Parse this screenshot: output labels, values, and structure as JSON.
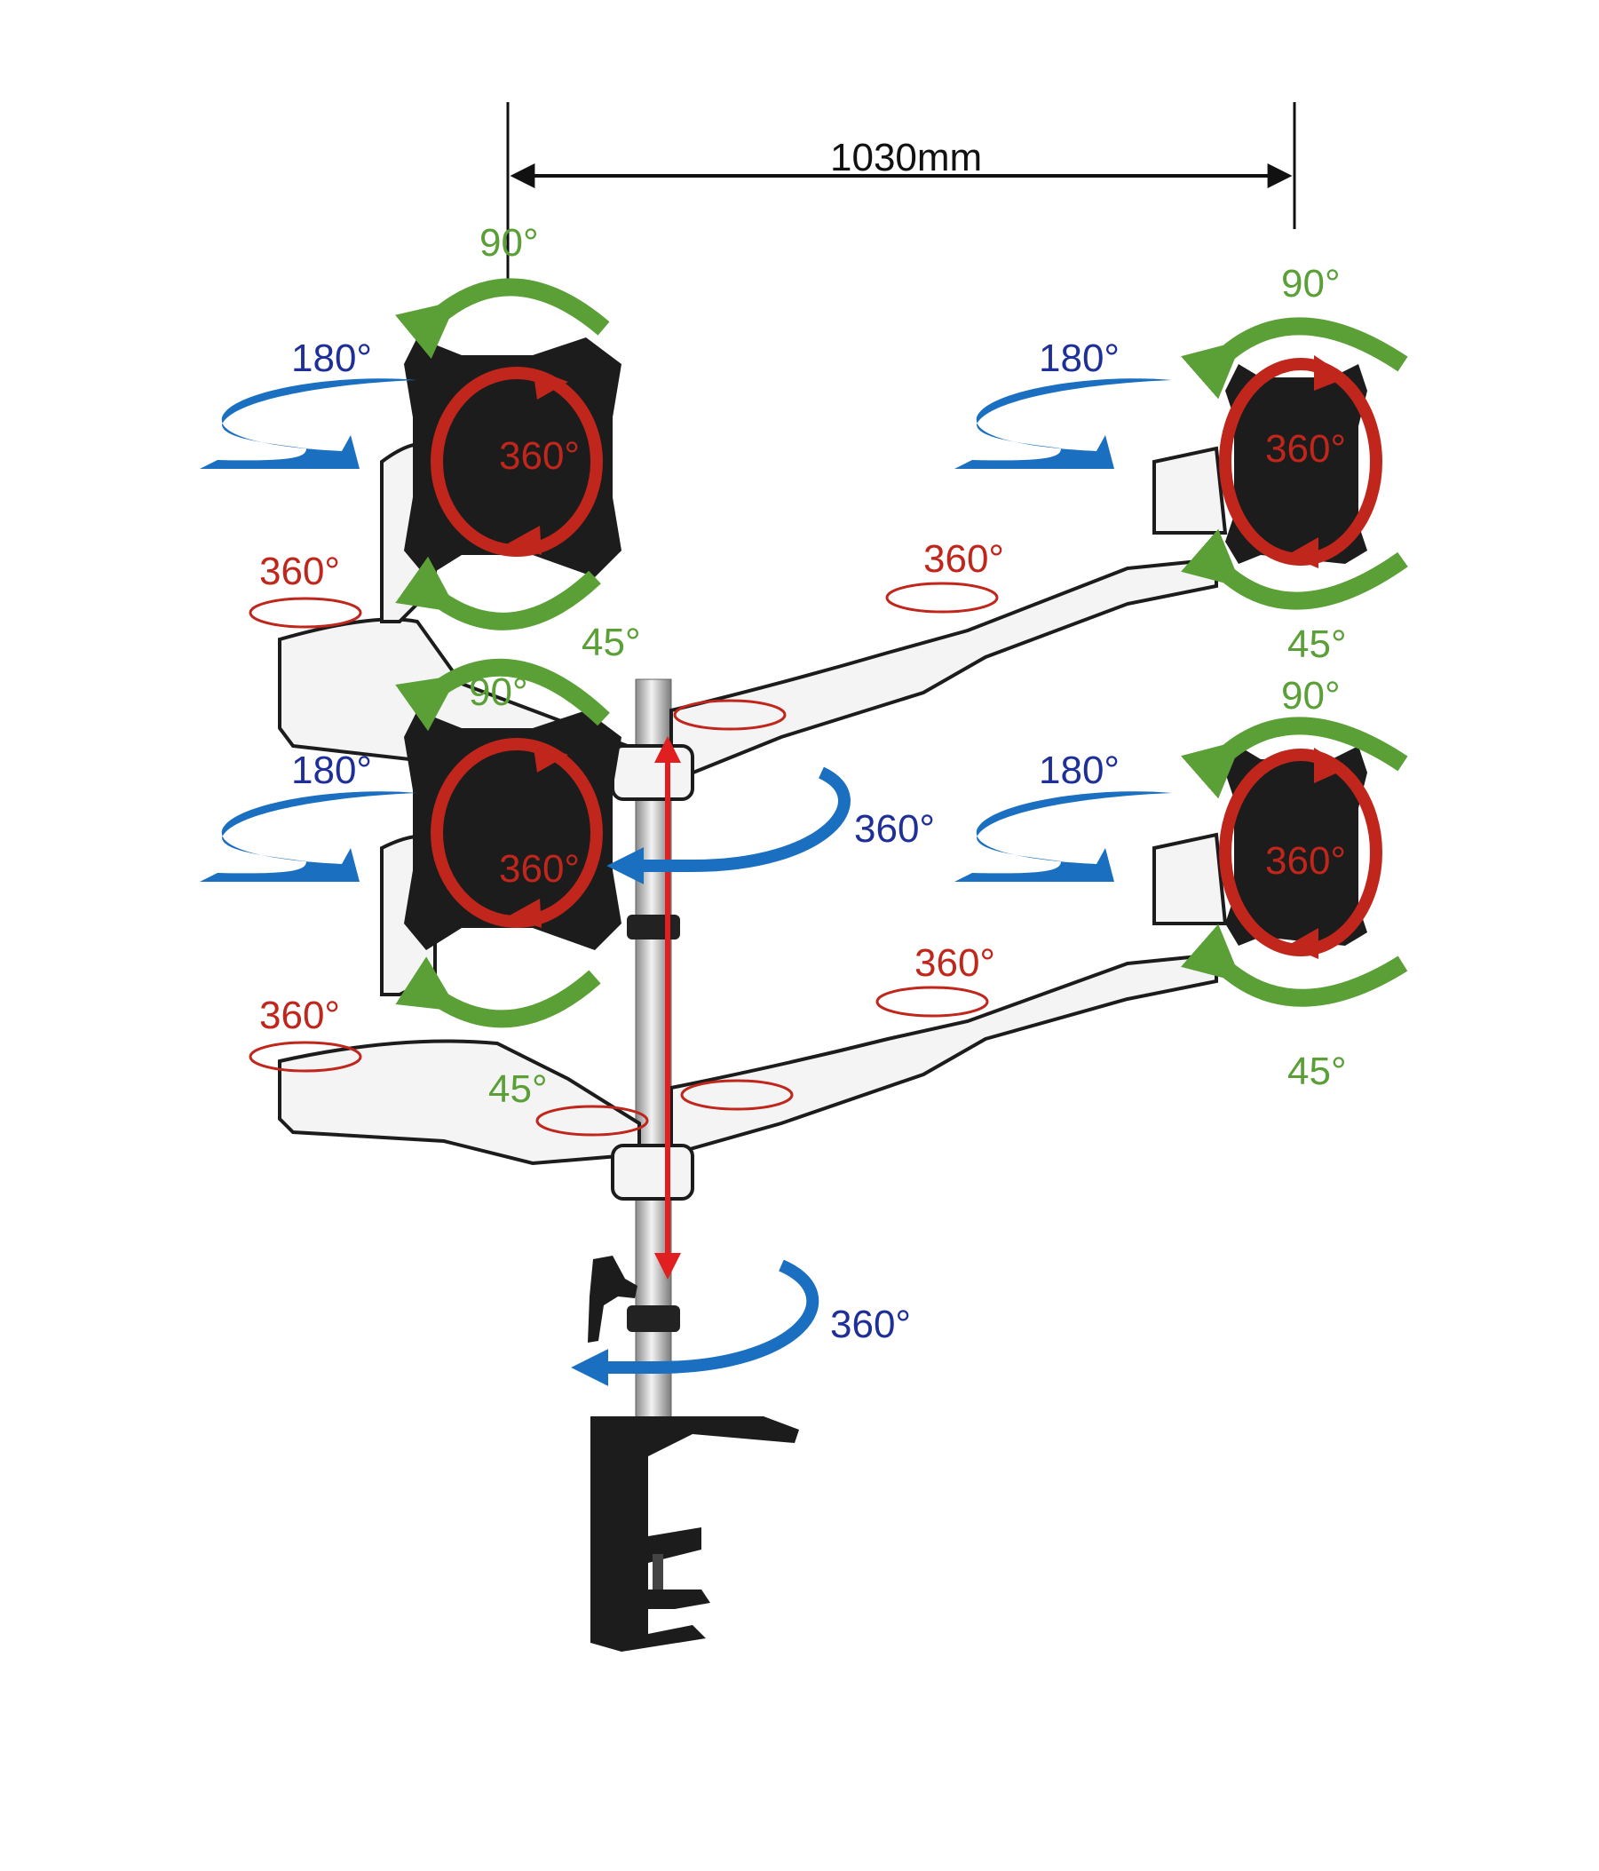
{
  "dimension": {
    "width_label": "1030mm"
  },
  "colors": {
    "tilt": "#5aa037",
    "swivel": "#1a6fc0",
    "swivel_label": "#1f2f9a",
    "rotate": "#c0261b",
    "height": "#e02020",
    "metal": "#1c1c1c",
    "arm": "#f4f4f4",
    "dim_line": "#111111"
  },
  "mounts": [
    {
      "id": "top-left",
      "tilt_up": "90°",
      "tilt_down": "45°",
      "swivel": "180°",
      "rotate": "360°",
      "joint": "360°"
    },
    {
      "id": "top-right",
      "tilt_up": "90°",
      "tilt_down": "45°",
      "swivel": "180°",
      "rotate": "360°",
      "joint": "360°"
    },
    {
      "id": "bottom-left",
      "tilt_up": "90°",
      "tilt_down": "45°",
      "swivel": "180°",
      "rotate": "360°",
      "joint": "360°"
    },
    {
      "id": "bottom-right",
      "tilt_up": "90°",
      "tilt_down": "45°",
      "swivel": "180°",
      "rotate": "360°",
      "joint": "360°"
    }
  ],
  "pole": {
    "upper_rotation": "360°",
    "base_rotation": "360°"
  }
}
